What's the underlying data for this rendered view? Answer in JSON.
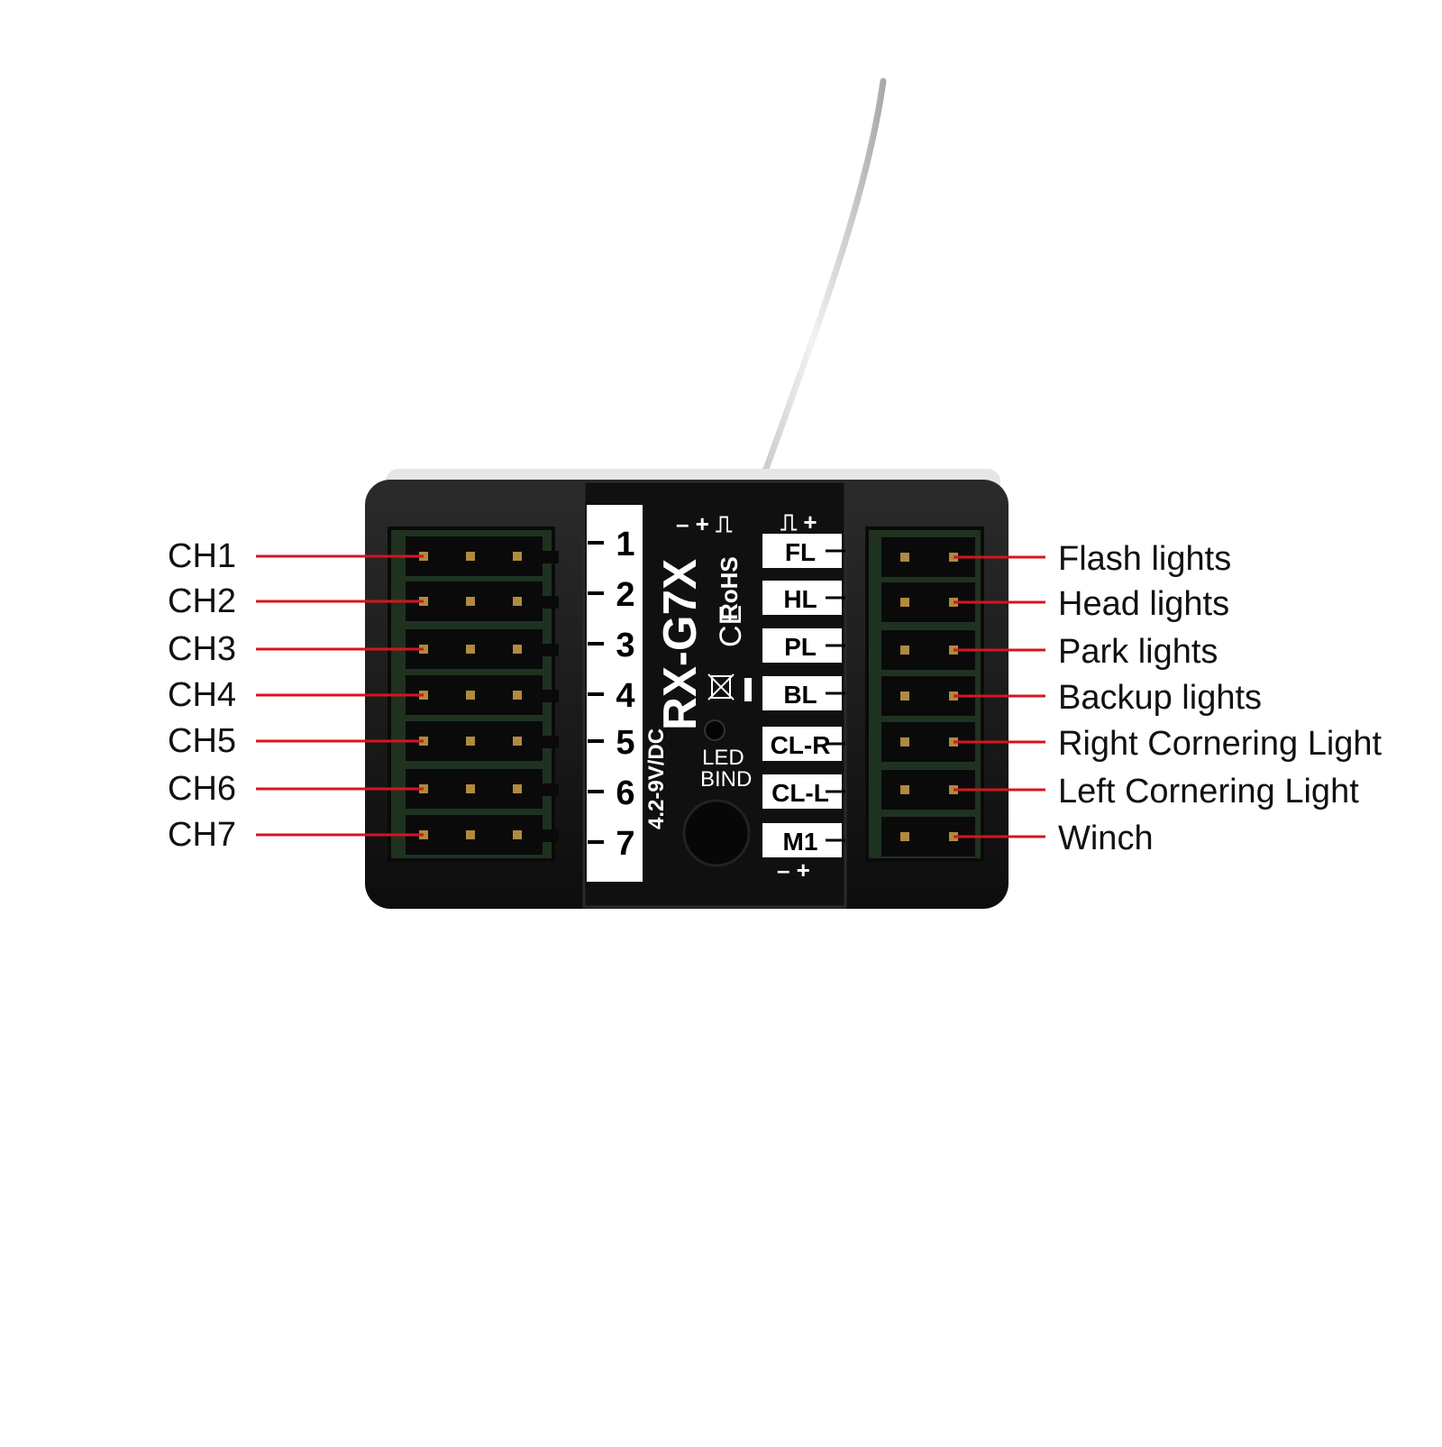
{
  "device": {
    "model": "RX-G7X",
    "voltage": "4.2-9V/DC",
    "led_label": "LED",
    "bind_label": "BIND",
    "rohs_mark": "RoHS",
    "ce_mark": "CE",
    "pin_header_top": "– + ⎍",
    "pin_header_right_top": "⎍ +",
    "pin_header_right_bottom": "– +",
    "channel_numbers": [
      "1",
      "2",
      "3",
      "4",
      "5",
      "6",
      "7"
    ],
    "function_tags": [
      "FL",
      "HL",
      "PL",
      "BL",
      "CL-R",
      "CL-L",
      "M1"
    ],
    "colors": {
      "case": "#1a1a1a",
      "pcb": "#243a24",
      "callout": "#d8141c",
      "label_bg": "#ffffff"
    }
  },
  "callouts": {
    "left": [
      "CH1",
      "CH2",
      "CH3",
      "CH4",
      "CH5",
      "CH6",
      "CH7"
    ],
    "right": [
      "Flash lights",
      "Head lights",
      "Park lights",
      "Backup lights",
      "Right Cornering Light",
      "Left Cornering Light",
      "Winch"
    ]
  }
}
